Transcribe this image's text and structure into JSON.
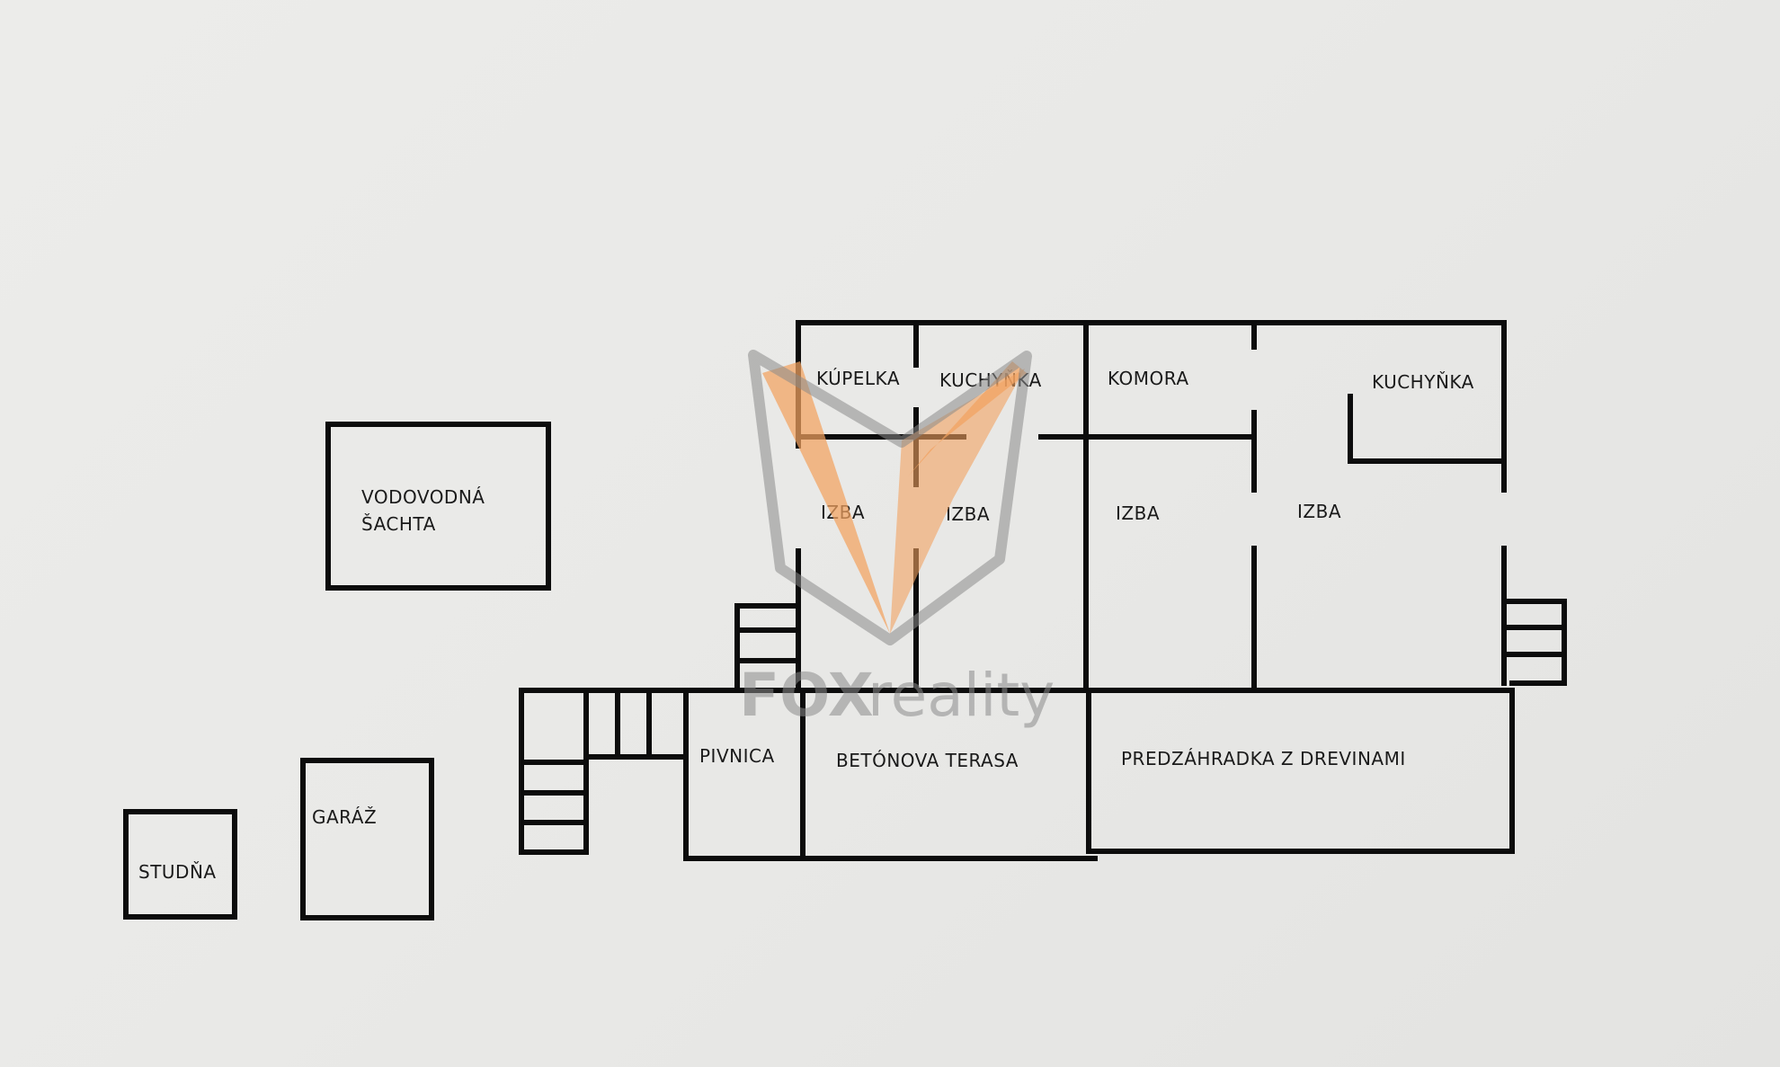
{
  "rooms": {
    "vodovodna": [
      "VODOVODNÁ",
      "ŠACHTA"
    ],
    "kupelka": "KÚPELKA",
    "kuchynka_left": "KUCHYŇKA",
    "komora": "KOMORA",
    "kuchynka_right": "KUCHYŇKA",
    "izba_1": "IZBA",
    "izba_2": "IZBA",
    "izba_3": "IZBA",
    "izba_4": "IZBA",
    "pivnica": "PIVNICA",
    "terasa": "BETÓNOVA TERASA",
    "predzahradka": "PREDZÁHRADKA Z DREVINAMI",
    "garaz": "GARÁŽ",
    "studna": "STUDŇA"
  },
  "watermark": {
    "brand": "FOX",
    "suffix": "reality",
    "colors": {
      "orange": "#f2a260",
      "grey": "#8a8a8a"
    }
  }
}
